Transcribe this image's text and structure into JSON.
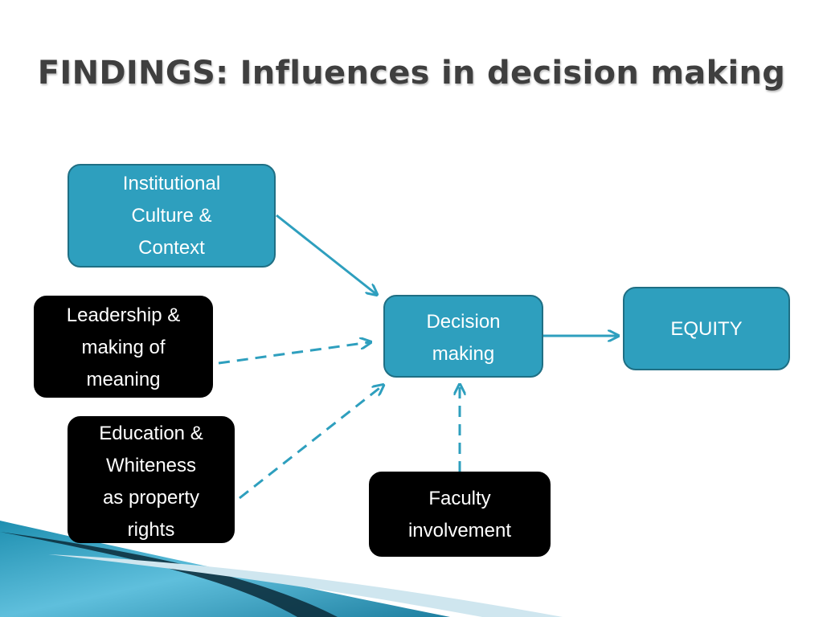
{
  "slide": {
    "title": "FINDINGS: Influences in decision making"
  },
  "diagram": {
    "nodes": {
      "institutional": "Institutional\nCulture &\nContext",
      "leadership": "Leadership &\nmaking of\nmeaning",
      "education": "Education &\nWhiteness\nas property\nrights",
      "decision": "Decision\nmaking",
      "equity": "EQUITY",
      "faculty": "Faculty\ninvolvement"
    },
    "edges": [
      {
        "from": "Institutional Culture & Context",
        "to": "Decision making",
        "style": "solid"
      },
      {
        "from": "Leadership & making of meaning",
        "to": "Decision making",
        "style": "dashed"
      },
      {
        "from": "Education & Whiteness as property rights",
        "to": "Decision making",
        "style": "dashed"
      },
      {
        "from": "Faculty involvement",
        "to": "Decision making",
        "style": "dashed"
      },
      {
        "from": "Decision making",
        "to": "EQUITY",
        "style": "solid"
      }
    ],
    "colors": {
      "box_teal": "#2e9fbe",
      "box_black": "#000000",
      "arrow": "#2e9fbe",
      "title": "#3f3f3f"
    }
  }
}
